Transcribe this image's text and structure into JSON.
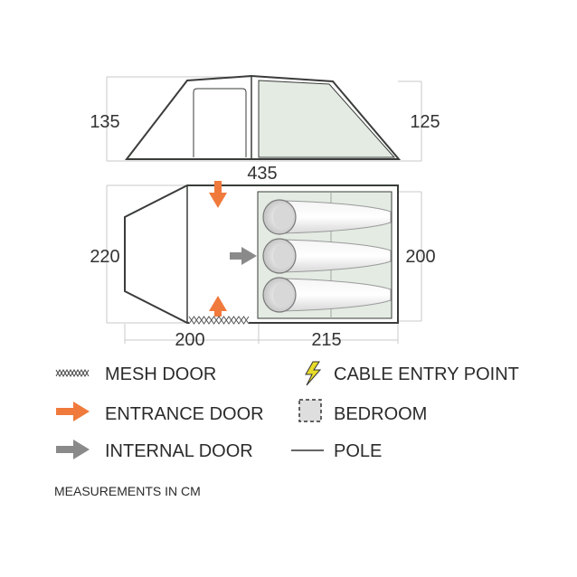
{
  "dimensions": {
    "left_height": "135",
    "right_height": "125",
    "total_length": "435",
    "floor_width": "220",
    "bedroom_width": "200",
    "porch_length": "200",
    "bedroom_length": "215"
  },
  "legend": {
    "mesh_door": "MESH DOOR",
    "entrance_door": "ENTRANCE DOOR",
    "internal_door": "INTERNAL DOOR",
    "cable_entry_point": "CABLE ENTRY POINT",
    "bedroom": "BEDROOM",
    "pole": "POLE"
  },
  "note": "MEASUREMENTS IN CM",
  "colors": {
    "outline": "#3a3d3a",
    "bedroom_fill": "#e3ebe3",
    "entrance_arrow": "#f07a3c",
    "internal_arrow": "#8a8a8a",
    "cable_bolt": "#e8dc2a",
    "guide_line": "#c8c8c8"
  }
}
